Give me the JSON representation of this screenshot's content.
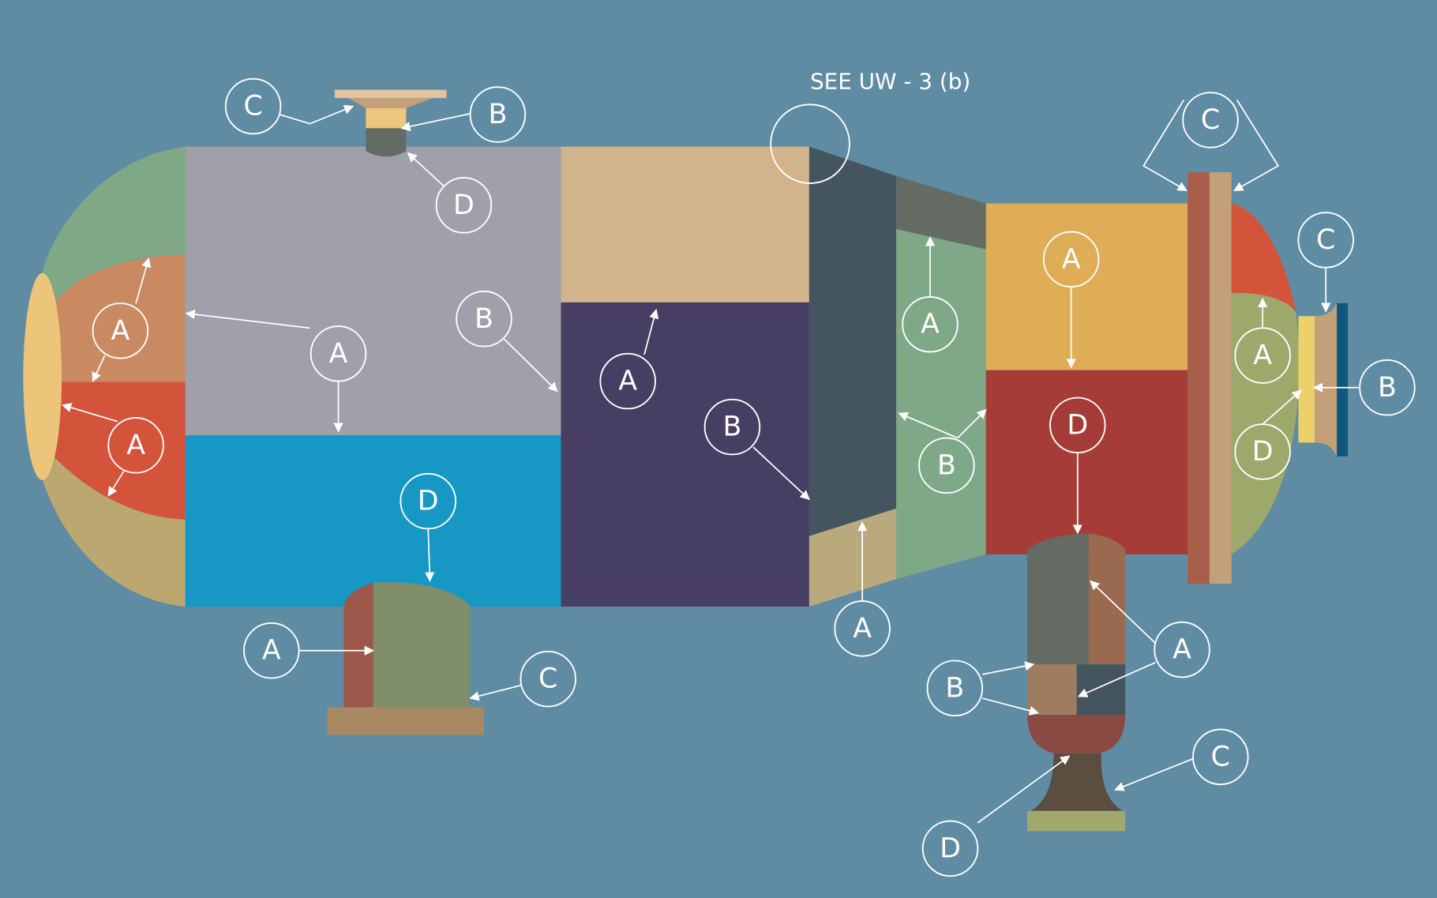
{
  "diagram": {
    "note": "SEE UW - 3 (b)",
    "labels": [
      "C",
      "B",
      "D",
      "A",
      "A",
      "B",
      "A",
      "D",
      "A",
      "B",
      "A",
      "C",
      "A",
      "B",
      "A",
      "A",
      "D",
      "C",
      "C",
      "A",
      "B",
      "D",
      "B",
      "A",
      "C",
      "D"
    ],
    "colors": {
      "background": "#5f8ca3",
      "label": "#ffffff"
    }
  }
}
